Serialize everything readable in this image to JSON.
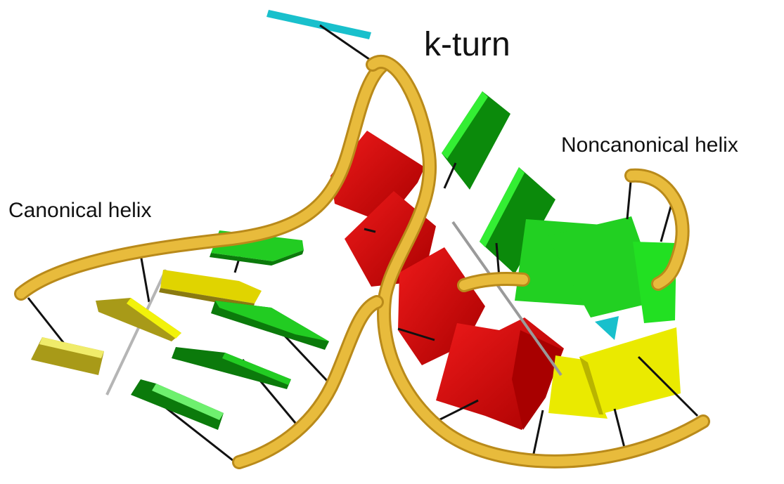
{
  "diagram": {
    "title": "k-turn",
    "labels": {
      "canonical": "Canonical helix",
      "noncanonical": "Noncanonical helix"
    },
    "colors": {
      "backbone": "#e0b43a",
      "backbone_dark": "#b98a1a",
      "red": "#d40000",
      "red_dark": "#8e0000",
      "green": "#22cc22",
      "green_dark": "#0b7a0b",
      "yellow": "#e6e600",
      "yellow_dark": "#8a7a10",
      "cyan": "#19c0cc",
      "link": "#111111",
      "link_light": "#aaaaaa"
    }
  }
}
